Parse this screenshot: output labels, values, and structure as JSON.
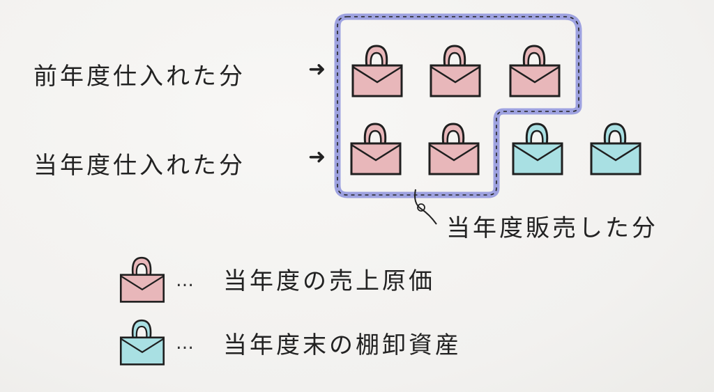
{
  "labels": {
    "prev_year_purchases": "前年度仕入れた分",
    "current_year_purchases": "当年度仕入れた分",
    "sold_this_year": "当年度販売した分"
  },
  "legend": {
    "cogs": "当年度の売上原価",
    "ending_inventory": "当年度末の棚卸資産",
    "ellipsis": "…"
  },
  "arrows": {
    "glyph": "➜"
  },
  "colors": {
    "sold_bag": "#e8b7ba",
    "inventory_bag": "#a9e0e3",
    "outline": "#1f1f1f",
    "selection_outline": "#9ea2e0",
    "selection_dash": "#222222"
  },
  "rows": {
    "prev_year_bags": [
      "sold",
      "sold",
      "sold"
    ],
    "current_year_bags": [
      "sold",
      "sold",
      "inventory",
      "inventory"
    ]
  }
}
